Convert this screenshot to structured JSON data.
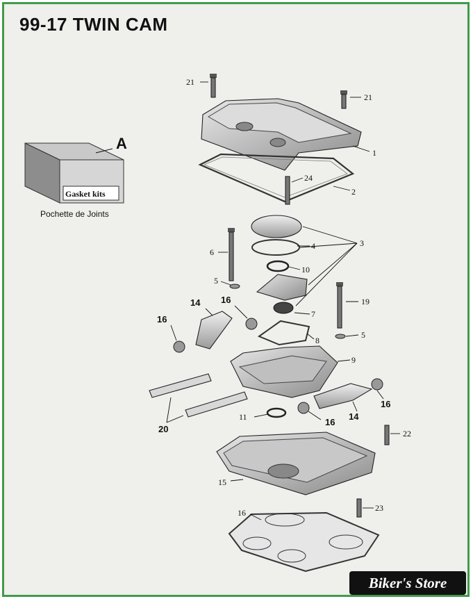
{
  "title": "99-17 TWIN CAM",
  "kit": {
    "letter": "A",
    "box_label": "Gasket kits",
    "caption": "Pochette de Joints"
  },
  "callouts": [
    "21",
    "21",
    "1",
    "24",
    "2",
    "3",
    "4",
    "10",
    "6",
    "5",
    "7",
    "19",
    "5",
    "8",
    "14",
    "16",
    "16",
    "9",
    "16",
    "14",
    "16",
    "20",
    "11",
    "22",
    "15",
    "23",
    "16"
  ],
  "watermark": "Biker's Store",
  "colors": {
    "border": "#3f9b4a",
    "background": "#efefec"
  }
}
